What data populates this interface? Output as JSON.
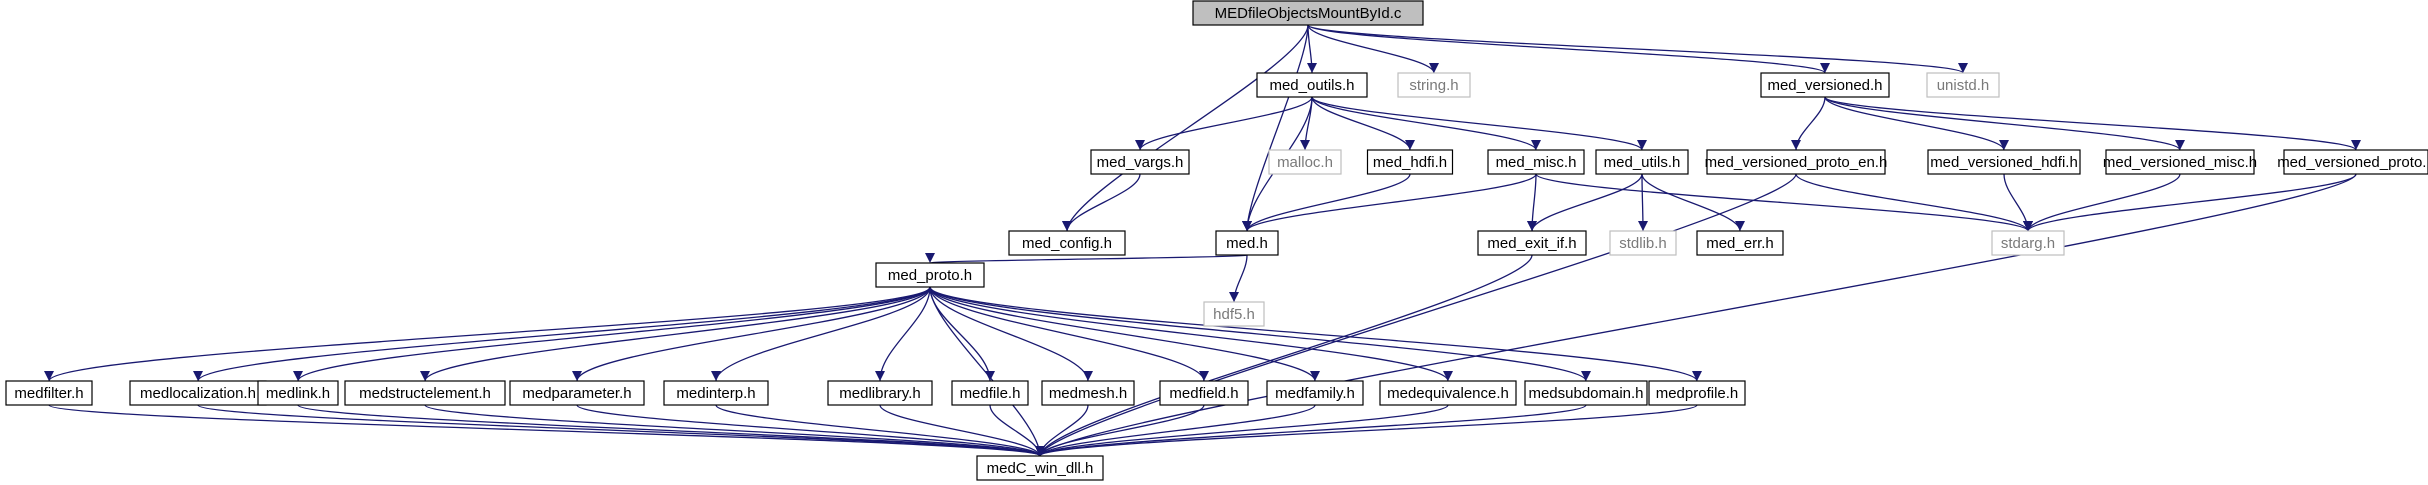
{
  "colors": {
    "edge": "#191970",
    "border": "#000000",
    "ext_border": "#bfbfbf",
    "root_fill": "#bfbfbf",
    "fill": "#ffffff"
  },
  "nodes": [
    {
      "id": "root",
      "label": "MEDfileObjectsMountById.c",
      "kind": "root"
    },
    {
      "id": "med_outils",
      "label": "med_outils.h"
    },
    {
      "id": "string",
      "label": "string.h",
      "kind": "ext"
    },
    {
      "id": "med_versioned",
      "label": "med_versioned.h"
    },
    {
      "id": "unistd",
      "label": "unistd.h",
      "kind": "ext"
    },
    {
      "id": "med_vargs",
      "label": "med_vargs.h"
    },
    {
      "id": "malloc",
      "label": "malloc.h",
      "kind": "ext"
    },
    {
      "id": "med_hdfi",
      "label": "med_hdfi.h"
    },
    {
      "id": "med_misc",
      "label": "med_misc.h"
    },
    {
      "id": "med_utils",
      "label": "med_utils.h"
    },
    {
      "id": "med_versioned_proto_en",
      "label": "med_versioned_proto_en.h"
    },
    {
      "id": "med_versioned_hdfi",
      "label": "med_versioned_hdfi.h"
    },
    {
      "id": "med_versioned_misc",
      "label": "med_versioned_misc.h"
    },
    {
      "id": "med_versioned_proto",
      "label": "med_versioned_proto.h"
    },
    {
      "id": "med_config",
      "label": "med_config.h"
    },
    {
      "id": "med",
      "label": "med.h"
    },
    {
      "id": "med_exit_if",
      "label": "med_exit_if.h"
    },
    {
      "id": "stdlib",
      "label": "stdlib.h",
      "kind": "ext"
    },
    {
      "id": "med_err",
      "label": "med_err.h"
    },
    {
      "id": "stdarg",
      "label": "stdarg.h",
      "kind": "ext"
    },
    {
      "id": "hdf5",
      "label": "hdf5.h",
      "kind": "ext"
    },
    {
      "id": "med_proto",
      "label": "med_proto.h"
    },
    {
      "id": "medfilter",
      "label": "medfilter.h"
    },
    {
      "id": "medlocalization",
      "label": "medlocalization.h"
    },
    {
      "id": "medlink",
      "label": "medlink.h"
    },
    {
      "id": "medstructelement",
      "label": "medstructelement.h"
    },
    {
      "id": "medparameter",
      "label": "medparameter.h"
    },
    {
      "id": "medinterp",
      "label": "medinterp.h"
    },
    {
      "id": "medlibrary",
      "label": "medlibrary.h"
    },
    {
      "id": "medfile",
      "label": "medfile.h"
    },
    {
      "id": "medmesh",
      "label": "medmesh.h"
    },
    {
      "id": "medfield",
      "label": "medfield.h"
    },
    {
      "id": "medfamily",
      "label": "medfamily.h"
    },
    {
      "id": "medequivalence",
      "label": "medequivalence.h"
    },
    {
      "id": "medsubdomain",
      "label": "medsubdomain.h"
    },
    {
      "id": "medprofile",
      "label": "medprofile.h"
    },
    {
      "id": "medC_win_dll",
      "label": "medC_win_dll.h"
    }
  ],
  "edges": [
    [
      "root",
      "med_outils"
    ],
    [
      "root",
      "string"
    ],
    [
      "root",
      "med_versioned"
    ],
    [
      "root",
      "unistd"
    ],
    [
      "root",
      "med_config"
    ],
    [
      "root",
      "med"
    ],
    [
      "med_outils",
      "med_vargs"
    ],
    [
      "med_outils",
      "malloc"
    ],
    [
      "med_outils",
      "med_hdfi"
    ],
    [
      "med_outils",
      "med_misc"
    ],
    [
      "med_outils",
      "med_utils"
    ],
    [
      "med_outils",
      "med"
    ],
    [
      "med_vargs",
      "med_config"
    ],
    [
      "med_hdfi",
      "med"
    ],
    [
      "med_misc",
      "med"
    ],
    [
      "med_misc",
      "med_exit_if"
    ],
    [
      "med_misc",
      "stdarg"
    ],
    [
      "med_utils",
      "med_exit_if"
    ],
    [
      "med_utils",
      "stdlib"
    ],
    [
      "med_utils",
      "med_err"
    ],
    [
      "med_versioned",
      "med_versioned_proto_en"
    ],
    [
      "med_versioned",
      "med_versioned_hdfi"
    ],
    [
      "med_versioned",
      "med_versioned_misc"
    ],
    [
      "med_versioned",
      "med_versioned_proto"
    ],
    [
      "med_versioned_proto_en",
      "stdarg"
    ],
    [
      "med_versioned_proto_en",
      "medC_win_dll"
    ],
    [
      "med_versioned_hdfi",
      "stdarg"
    ],
    [
      "med_versioned_misc",
      "stdarg"
    ],
    [
      "med_versioned_proto",
      "stdarg"
    ],
    [
      "med_versioned_proto",
      "medC_win_dll"
    ],
    [
      "med",
      "hdf5"
    ],
    [
      "med",
      "med_proto"
    ],
    [
      "med_exit_if",
      "medC_win_dll"
    ],
    [
      "med_proto",
      "medfilter"
    ],
    [
      "med_proto",
      "medlocalization"
    ],
    [
      "med_proto",
      "medlink"
    ],
    [
      "med_proto",
      "medstructelement"
    ],
    [
      "med_proto",
      "medparameter"
    ],
    [
      "med_proto",
      "medinterp"
    ],
    [
      "med_proto",
      "medlibrary"
    ],
    [
      "med_proto",
      "medfile"
    ],
    [
      "med_proto",
      "medmesh"
    ],
    [
      "med_proto",
      "medfield"
    ],
    [
      "med_proto",
      "medfamily"
    ],
    [
      "med_proto",
      "medequivalence"
    ],
    [
      "med_proto",
      "medsubdomain"
    ],
    [
      "med_proto",
      "medprofile"
    ],
    [
      "med_proto",
      "medC_win_dll"
    ],
    [
      "medfilter",
      "medC_win_dll"
    ],
    [
      "medlocalization",
      "medC_win_dll"
    ],
    [
      "medlink",
      "medC_win_dll"
    ],
    [
      "medstructelement",
      "medC_win_dll"
    ],
    [
      "medparameter",
      "medC_win_dll"
    ],
    [
      "medinterp",
      "medC_win_dll"
    ],
    [
      "medlibrary",
      "medC_win_dll"
    ],
    [
      "medfile",
      "medC_win_dll"
    ],
    [
      "medmesh",
      "medC_win_dll"
    ],
    [
      "medfield",
      "medC_win_dll"
    ],
    [
      "medfamily",
      "medC_win_dll"
    ],
    [
      "medequivalence",
      "medC_win_dll"
    ],
    [
      "medsubdomain",
      "medC_win_dll"
    ],
    [
      "medprofile",
      "medC_win_dll"
    ]
  ]
}
